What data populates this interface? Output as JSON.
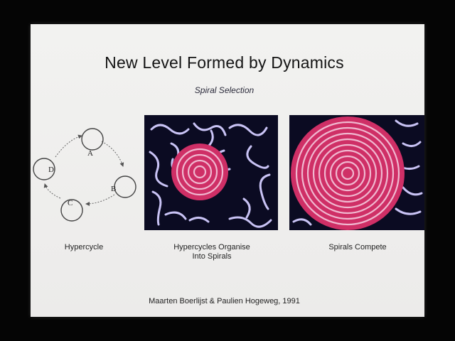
{
  "slide": {
    "title": "New Level Formed by Dynamics",
    "subtitle": "Spiral Selection",
    "figures": [
      {
        "caption_lines": [
          "Hypercycle"
        ],
        "nodes": [
          "A",
          "B",
          "C",
          "D"
        ]
      },
      {
        "caption_lines": [
          "Hypercycles Organise",
          "Into Spirals"
        ]
      },
      {
        "caption_lines": [
          "Spirals Compete"
        ]
      }
    ],
    "credit": "Maarten Boerlijst & Paulien Hogeweg, 1991"
  },
  "colors": {
    "background": "#050505",
    "slide": "#efeeec",
    "pattern_dark": "#0b0b22",
    "pattern_line": "#c9c3f5",
    "spiral_red": "#cf2f66"
  }
}
